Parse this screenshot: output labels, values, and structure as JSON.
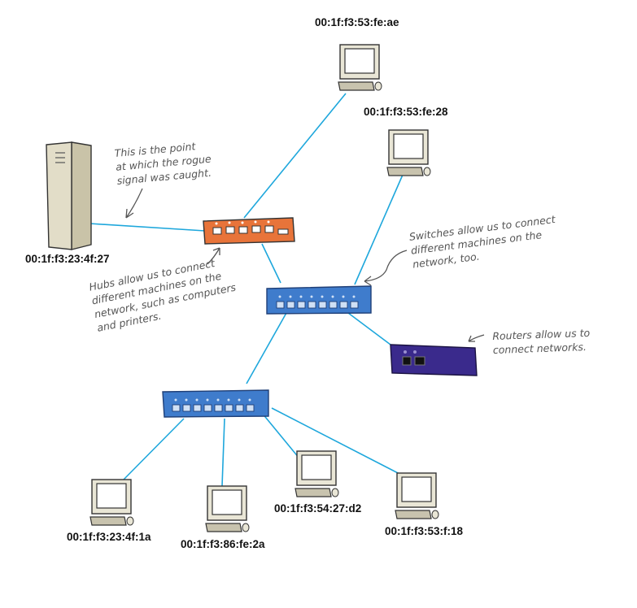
{
  "labels": {
    "top_computer": "00:1f:f3:53:fe:ae",
    "second_computer": "00:1f:f3:53:fe:28",
    "server": "00:1f:f3:23:4f:27",
    "bottom_left_computer": "00:1f:f3:23:4f:1a",
    "bottom_second_computer": "00:1f:f3:86:fe:2a",
    "bottom_third_computer": "00:1f:f3:54:27:d2",
    "bottom_right_computer": "00:1f:f3:53:f:18"
  },
  "annotations": {
    "rogue_signal": "This is the point\nat which the rogue\nsignal was caught.",
    "hubs": "Hubs allow us to connect\ndifferent machines on the\nnetwork, such as computers\nand printers.",
    "switches": "Switches allow us to connect\ndifferent machines on the\nnetwork, too.",
    "routers": "Routers allow us to\nconnect networks."
  },
  "colors": {
    "cable": "#1ea7dc",
    "hub": "#e8743a",
    "switch": "#3f7ccc",
    "router": "#3a2a8c",
    "computer": "#e9e6d6",
    "screen": "#ffffff",
    "server": "#e2ddc8",
    "note_text": "#555555"
  }
}
